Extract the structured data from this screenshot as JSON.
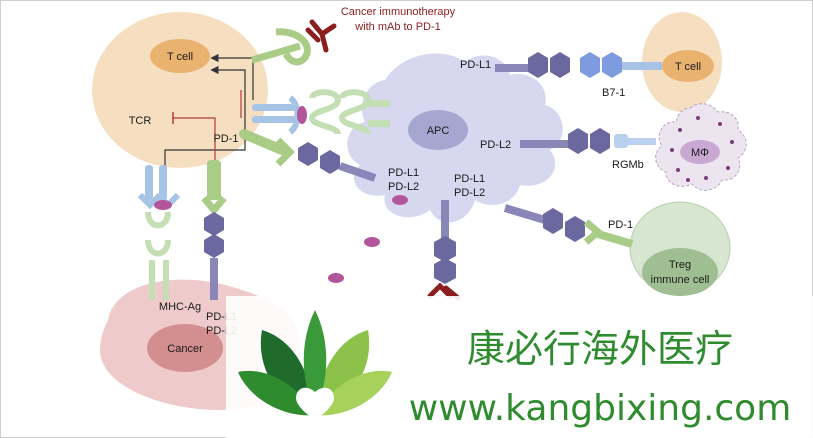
{
  "labels": {
    "tcell_top": "T cell",
    "tcr": "TCR",
    "pd1_left": "PD-1",
    "mhc_ag": "MHC-Ag",
    "pdl_cancer_1": "PD-L1",
    "pdl_cancer_2": "PD-L2",
    "cancer": "Cancer",
    "therapy_line1": "Cancer immunotherapy",
    "therapy_line2": "with mAb to PD-1",
    "apc": "APC",
    "apc_pdl1_top": "PD-L1",
    "apc_pdl2_right": "PD-L2",
    "apc_pdl1_left": "PD-L1",
    "apc_pdl2_left": "PD-L2",
    "apc_pdl1_bottom": "PD-L1",
    "apc_pdl2_bottom": "PD-L2",
    "tcell_right": "T cell",
    "b71": "B7-1",
    "mphi": "MΦ",
    "rgmb": "RGMb",
    "pd1_right": "PD-1",
    "treg_line1": "Treg",
    "treg_line2": "immune cell"
  },
  "watermark": {
    "brand_cn": "康必行海外医疗",
    "url": "www.kangbixing.com"
  },
  "colors": {
    "tcell_fill": "#f6dfc0",
    "apc_fill": "#d7d8ef",
    "cancer_fill": "#eecaca",
    "treg_fill": "#d7e6d0",
    "mab": "#8b1e1e",
    "pd1_green": "#a9cc86",
    "pdl_purple": "#8a86b8",
    "b7_blue": "#7f9be0",
    "brand_green": "#2e8b2e"
  }
}
